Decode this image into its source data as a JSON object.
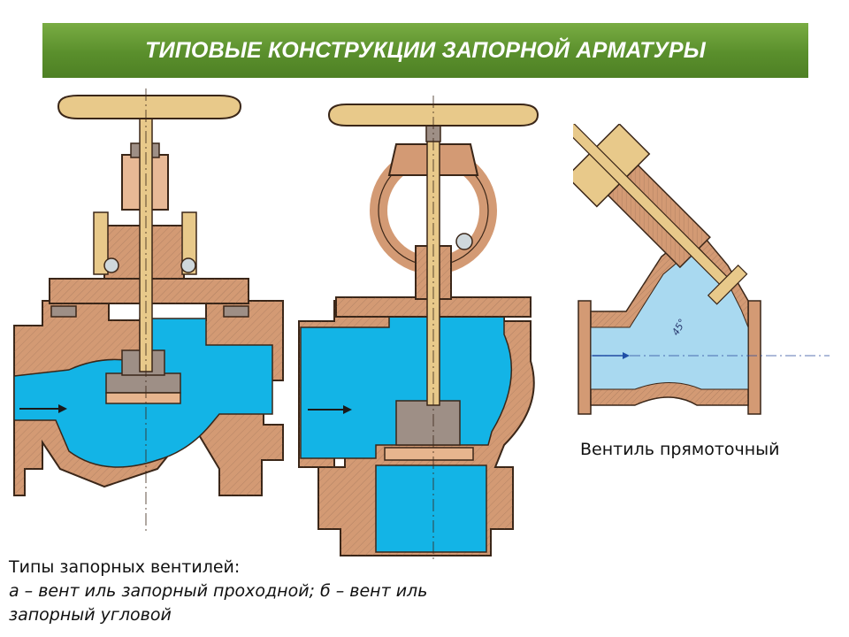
{
  "title": "ТИПОВЫЕ КОНСТРУКЦИИ ЗАПОРНОЙ АРМАТУРЫ",
  "figure_right": {
    "caption": "Вентиль прямоточный",
    "angle_label": "45°"
  },
  "figure_left_caption": {
    "line1": "Типы запорных вентилей:",
    "line2": "а – вент иль запорный проходной; б – вент иль",
    "line3": "запорный угловой"
  },
  "colors": {
    "title_green": "#5a8f2c",
    "water_blue": "#13b4e6",
    "body_brown": "#d39a74",
    "brass": "#e8c98a",
    "outline": "#3a2618"
  }
}
